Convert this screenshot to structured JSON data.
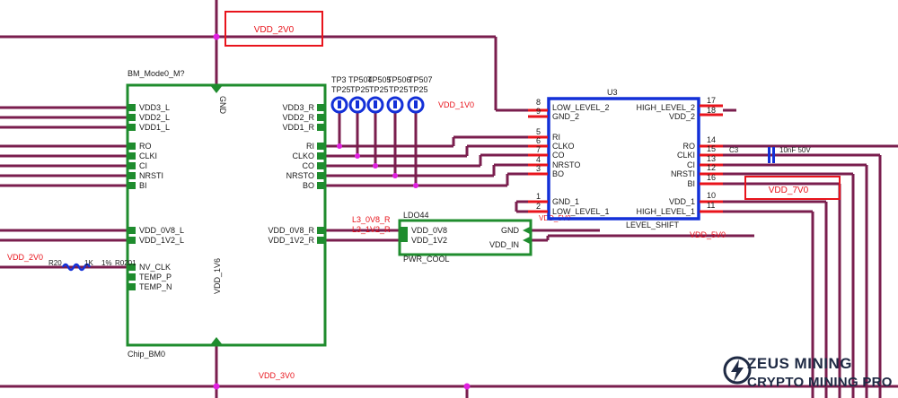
{
  "colors": {
    "wire": "#7a1e4e",
    "box": "#1f8c2e",
    "ic": "#1330d8",
    "label_red": "#e8141c",
    "pin": "#e8141c",
    "text": "#1a1a1a",
    "junction": "#e020e0"
  },
  "chip": {
    "ref": "BM_Mode0_M?",
    "name": "Chip_BM0",
    "top_pin": "GND",
    "bottom_pin": "VDD_1V6",
    "left_pins": [
      "VDD3_L",
      "VDD2_L",
      "VDD1_L",
      "RO",
      "CLKI",
      "CI",
      "NRSTI",
      "BI",
      "VDD_0V8_L",
      "VDD_1V2_L",
      "NV_CLK",
      "TEMP_P",
      "TEMP_N"
    ],
    "right_pins": [
      "VDD3_R",
      "VDD2_R",
      "VDD1_R",
      "RI",
      "CLKO",
      "CO",
      "NRSTO",
      "BO",
      "VDD_0V8_R",
      "VDD_1V2_R"
    ]
  },
  "net_labels": {
    "vdd_2v0_top": "VDD_2V0",
    "vdd_2v0_left": "VDD_2V0",
    "vdd_1v0": "VDD_1V0",
    "vdd_3v0": "VDD_3V0",
    "vdd_5v0": "VDD_5V0",
    "vdd_7v0": "VDD_7V0",
    "l3_0v8_r": "L3_0V8_R",
    "l3_1v2_r": "L3_1V2_R",
    "vdd_5v0_u3": "VDD_5V0"
  },
  "testpoints": {
    "top_row": [
      "TP3",
      "TP504",
      "TP505",
      "TP506",
      "TP507"
    ],
    "bottom_row": [
      "TP25",
      "TP25",
      "TP25",
      "TP25",
      "TP25"
    ]
  },
  "resistor": {
    "ref": "R20",
    "value": "1K",
    "tol": "1%",
    "pkg": "R0201"
  },
  "capacitor": {
    "ref": "C3",
    "value": "10nF 50V"
  },
  "ldo": {
    "ref": "LDO44",
    "name": "PWR_COOL",
    "left_pins": [
      "VDD_0V8",
      "VDD_1V2"
    ],
    "right_pins": [
      "GND",
      "VDD_IN"
    ]
  },
  "u3": {
    "ref": "U3",
    "name": "LEVEL_SHIFT",
    "left_pins": [
      {
        "num": "8",
        "name": "LOW_LEVEL_2"
      },
      {
        "num": "9",
        "name": "GND_2"
      },
      {
        "num": "5",
        "name": "RI"
      },
      {
        "num": "6",
        "name": "CLKO"
      },
      {
        "num": "7",
        "name": "CO"
      },
      {
        "num": "4",
        "name": "NRSTO"
      },
      {
        "num": "3",
        "name": "BO"
      },
      {
        "num": "1",
        "name": "GND_1"
      },
      {
        "num": "2",
        "name": "LOW_LEVEL_1"
      }
    ],
    "right_pins": [
      {
        "num": "17",
        "name": "HIGH_LEVEL_2"
      },
      {
        "num": "18",
        "name": "VDD_2"
      },
      {
        "num": "14",
        "name": "RO"
      },
      {
        "num": "15",
        "name": "CLKI"
      },
      {
        "num": "13",
        "name": "CI"
      },
      {
        "num": "12",
        "name": "NRSTI"
      },
      {
        "num": "16",
        "name": "BI"
      },
      {
        "num": "10",
        "name": "VDD_1"
      },
      {
        "num": "11",
        "name": "HIGH_LEVEL_1"
      }
    ]
  },
  "watermark": {
    "line1": "ZEUS MINING",
    "line2": "CRYPTO MINING PRO"
  }
}
